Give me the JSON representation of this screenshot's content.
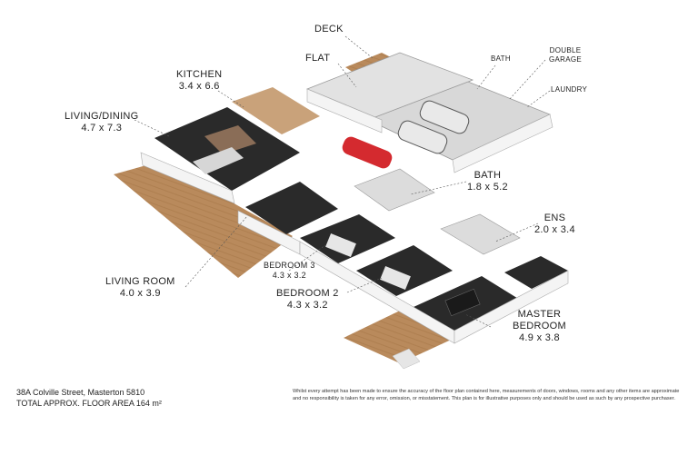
{
  "rooms": {
    "deck": {
      "name": "DECK"
    },
    "flat": {
      "name": "FLAT"
    },
    "bath_top": {
      "name": "BATH"
    },
    "double_garage": {
      "line1": "DOUBLE",
      "line2": "GARAGE"
    },
    "laundry": {
      "name": "LAUNDRY"
    },
    "kitchen": {
      "name": "KITCHEN",
      "dims": "3.4 x 6.6"
    },
    "living_dining": {
      "name": "LIVING/DINING",
      "dims": "4.7 x 7.3"
    },
    "bath": {
      "name": "BATH",
      "dims": "1.8 x 5.2"
    },
    "ens": {
      "name": "ENS",
      "dims": "2.0 x 3.4"
    },
    "bedroom3": {
      "name": "BEDROOM 3",
      "dims": "4.3 x 3.2"
    },
    "bedroom2": {
      "name": "BEDROOM 2",
      "dims": "4.3 x 3.2"
    },
    "living_room": {
      "name": "LIVING ROOM",
      "dims": "4.0 x 3.9"
    },
    "master": {
      "line1": "MASTER",
      "line2": "BEDROOM",
      "dims": "4.9 x 3.8"
    }
  },
  "footer": {
    "address": "38A Colville Street, Masterton 5810",
    "area": "TOTAL APPROX. FLOOR AREA 164 m²"
  },
  "disclaimer": "Whilst every attempt has been made to ensure the accuracy of the floor plan contained here, measurements of doors, windows, rooms and any other items are approximate and no responsibility is taken for any error, omission, or misstatement. This plan is for illustrative purposes only and should be used as such by any prospective purchaser.",
  "colors": {
    "wood": "#b98a5c",
    "floor_dark": "#2a2a2a",
    "garage_floor": "#d8d8d8",
    "wall": "#f4f4f4",
    "car_red": "#d42a2f"
  }
}
